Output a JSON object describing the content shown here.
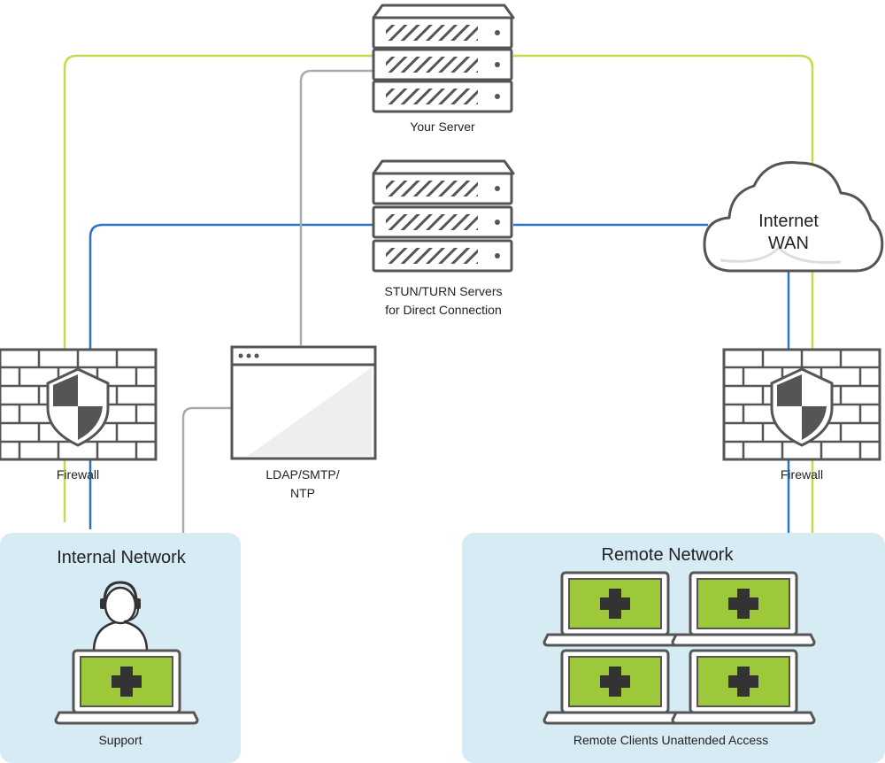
{
  "nodes": {
    "your_server": {
      "label": "Your Server"
    },
    "stun_turn": {
      "label_line1": "STUN/TURN Servers",
      "label_line2": "for Direct Connection"
    },
    "internet_wan": {
      "label_line1": "Internet",
      "label_line2": "WAN"
    },
    "firewall_left": {
      "label": "Firewall"
    },
    "firewall_right": {
      "label": "Firewall"
    },
    "ldap_smtp_ntp": {
      "label_line1": "LDAP/SMTP/",
      "label_line2": "NTP"
    },
    "internal_network": {
      "title": "Internal Network",
      "caption": "Support"
    },
    "remote_network": {
      "title": "Remote Network",
      "caption": "Remote Clients Unattended Access"
    }
  },
  "colors": {
    "green_link": "#c5d94f",
    "blue_link": "#2a74c5",
    "gray_link": "#aaaaaa",
    "device_gray": "#555555",
    "screen_green": "#9dc83a",
    "panel_bg": "#d7ebf5"
  }
}
